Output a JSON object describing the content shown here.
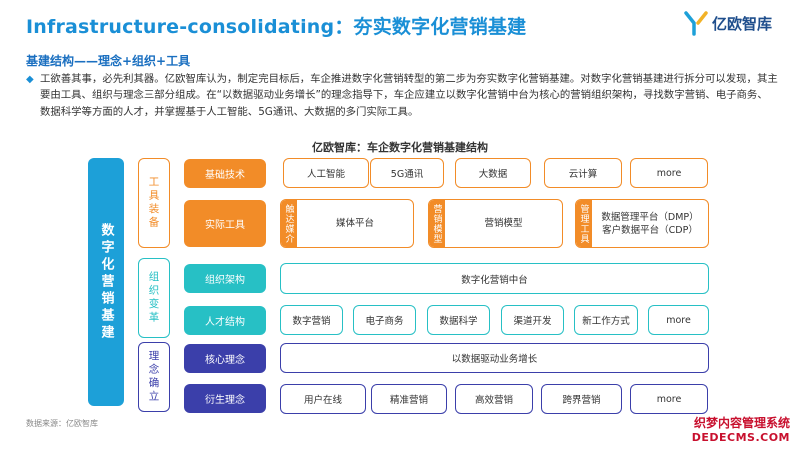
{
  "header": {
    "title": "Infrastructure-consolidating：夯实数字化营销基建",
    "logo_text": "亿欧智库"
  },
  "section": {
    "subtitle": "基建结构——理念+组织+工具",
    "paragraph": "工欲善其事，必先利其器。亿欧智库认为，制定完目标后，车企推进数字化营销转型的第二步为夯实数字化营销基建。对数字化营销基建进行拆分可以发现，其主要由工具、组织与理念三部分组成。在“以数据驱动业务增长”的理念指导下，车企应建立以数字化营销中台为核心的营销组织架构，寻找数字营销、电子商务、数据科学等方面的人才，并掌握基于人工智能、5G通讯、大数据的多门实际工具。"
  },
  "diagram": {
    "title": "亿欧智库：车企数字化营销基建结构",
    "main_label": "数字化营销基建",
    "groups": {
      "tools": "工具装备",
      "org": "组织变革",
      "idea": "理念确立"
    },
    "rows": {
      "basic_tech": {
        "label": "基础技术",
        "items": [
          "人工智能",
          "5G通讯",
          "大数据",
          "云计算",
          "more"
        ]
      },
      "actual_tools": {
        "label": "实际工具",
        "media": {
          "tag": "触达媒介",
          "text": "媒体平台"
        },
        "model": {
          "tag": "营销模型",
          "text": "营销模型"
        },
        "mgmt": {
          "tag": "管理工具",
          "line1": "数据管理平台（DMP）",
          "line2": "客户数据平台（CDP）"
        }
      },
      "org_structure": {
        "label": "组织架构",
        "item": "数字化营销中台"
      },
      "talent": {
        "label": "人才结构",
        "items": [
          "数字营销",
          "电子商务",
          "数据科学",
          "渠道开发",
          "新工作方式",
          "more"
        ]
      },
      "core_idea": {
        "label": "核心理念",
        "item": "以数据驱动业务增长"
      },
      "derived_idea": {
        "label": "衍生理念",
        "items": [
          "用户在线",
          "精准营销",
          "高效营销",
          "跨界营销",
          "more"
        ]
      }
    }
  },
  "footer": {
    "source": "数据来源：亿欧智库",
    "watermark_line1": "织梦内容管理系统",
    "watermark_line2": "DEDECMS.COM"
  },
  "colors": {
    "blue": "#1da0d8",
    "orange": "#f28c28",
    "teal": "#27c0c5",
    "navy": "#3b3faa"
  }
}
